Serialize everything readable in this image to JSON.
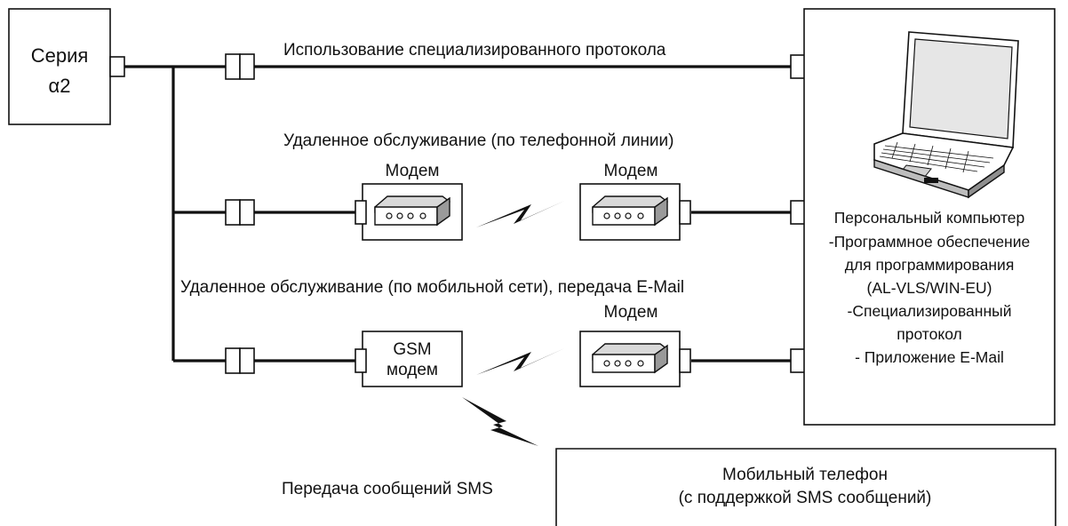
{
  "series_box": {
    "line1": "Серия",
    "line2": "α2"
  },
  "labels": {
    "protocol": "Использование специализированного протокола",
    "remote_phone": "Удаленное обслуживание (по телефонной линии)",
    "remote_mobile": "Удаленное обслуживание (по мобильной сети), передача E-Mail",
    "sms": "Передача сообщений SMS"
  },
  "modems": {
    "phone_left": "Модем",
    "phone_right": "Модем",
    "mobile_right": "Модем",
    "gsm_line1": "GSM",
    "gsm_line2": "модем"
  },
  "pc": {
    "lines": [
      "Персональный компьютер",
      "-Программное обеспечение",
      "для программирования",
      "(AL-VLS/WIN-EU)",
      "-Специализированный",
      "протокол",
      "- Приложение E-Mail"
    ]
  },
  "phone_box": {
    "line1": "Мобильный телефон",
    "line2": "(с поддержкой SMS сообщений)"
  },
  "icons": [
    "modem-icon",
    "laptop-icon",
    "lightning-icon",
    "connector-icon"
  ]
}
